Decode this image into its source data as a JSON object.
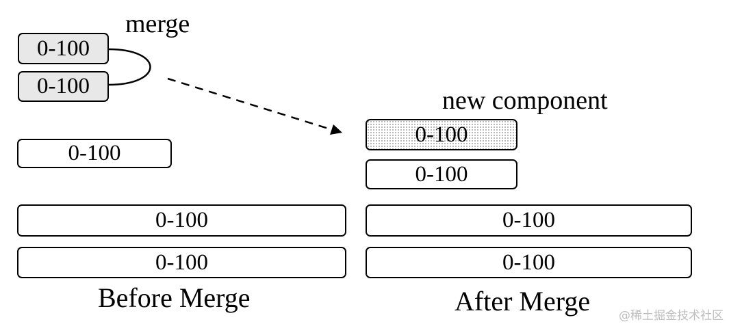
{
  "labels": {
    "merge": "merge",
    "new_component": "new component",
    "before_caption": "Before Merge",
    "after_caption": "After Merge"
  },
  "before": {
    "merging_pair": [
      "0-100",
      "0-100"
    ],
    "components": [
      "0-100",
      "0-100",
      "0-100"
    ]
  },
  "after": {
    "new_component": "0-100",
    "components": [
      "0-100",
      "0-100",
      "0-100"
    ]
  },
  "watermark": "@稀土掘金技术社区"
}
